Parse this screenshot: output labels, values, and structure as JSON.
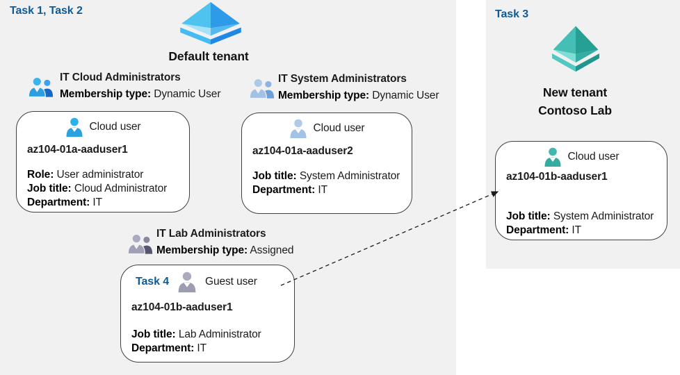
{
  "labels": {
    "task_1_2": "Task 1, Task 2",
    "task_3": "Task 3"
  },
  "tenants": {
    "default": {
      "name": "Default tenant",
      "icon": "azure-ad-pyramid-blue"
    },
    "new": {
      "line1": "New tenant",
      "line2": "Contoso Lab",
      "icon": "azure-ad-pyramid-teal"
    }
  },
  "groups": [
    {
      "name": "IT Cloud Administrators",
      "membership_label": "Membership type:",
      "membership_value": "Dynamic User",
      "icon": "two-users-icon-blue"
    },
    {
      "name": "IT System Administrators",
      "membership_label": "Membership type:",
      "membership_value": "Dynamic User",
      "icon": "two-users-icon-steel"
    },
    {
      "name": "IT Lab Administrators",
      "membership_label": "Membership type:",
      "membership_value": "Assigned",
      "icon": "two-users-icon-gray"
    }
  ],
  "cards": [
    {
      "user_type": "Cloud user",
      "username": "az104-01a-aaduser1",
      "icon": "single-user-icon-cyan",
      "fields": [
        {
          "label": "Role:",
          "value": "User administrator"
        },
        {
          "label": "Job title:",
          "value": "Cloud Administrator"
        },
        {
          "label": "Department:",
          "value": "IT"
        }
      ]
    },
    {
      "user_type": "Cloud user",
      "username": "az104-01a-aaduser2",
      "icon": "single-user-icon-steel",
      "fields": [
        {
          "label": "Job title:",
          "value": "System Administrator"
        },
        {
          "label": "Department:",
          "value": "IT"
        }
      ]
    },
    {
      "badge": "Task 4",
      "user_type": "Guest user",
      "username": "az104-01b-aaduser1",
      "icon": "single-user-icon-gray",
      "fields": [
        {
          "label": "Job title:",
          "value": "Lab Administrator"
        },
        {
          "label": "Department:",
          "value": "IT"
        }
      ]
    },
    {
      "user_type": "Cloud user",
      "username": "az104-01b-aaduser1",
      "icon": "single-user-icon-teal",
      "fields": [
        {
          "label": "Job title:",
          "value": "System Administrator"
        },
        {
          "label": "Department:",
          "value": "IT"
        }
      ]
    }
  ],
  "connector": {
    "style": "dashed-arrow",
    "from": "guest-user-card",
    "to": "new-tenant-cloud-user-card"
  },
  "colors": {
    "panel_bg": "#f1f1f1",
    "task_accent": "#0e5a96",
    "card_border": "#3f3f3f",
    "pyramid_blue_light": "#4fc3f0",
    "pyramid_blue_dark": "#2e9be8",
    "pyramid_teal_light": "#45bfb5",
    "pyramid_teal_dark": "#27a094",
    "user_cyan": "#2baae4",
    "user_steel": "#a9c6e6",
    "user_gray": "#a3a3b5",
    "user_teal": "#3ab3aa",
    "group_blue_secondary": "#1669c1",
    "group_steel_secondary": "#6e9ed8",
    "group_gray_secondary": "#55556f"
  }
}
